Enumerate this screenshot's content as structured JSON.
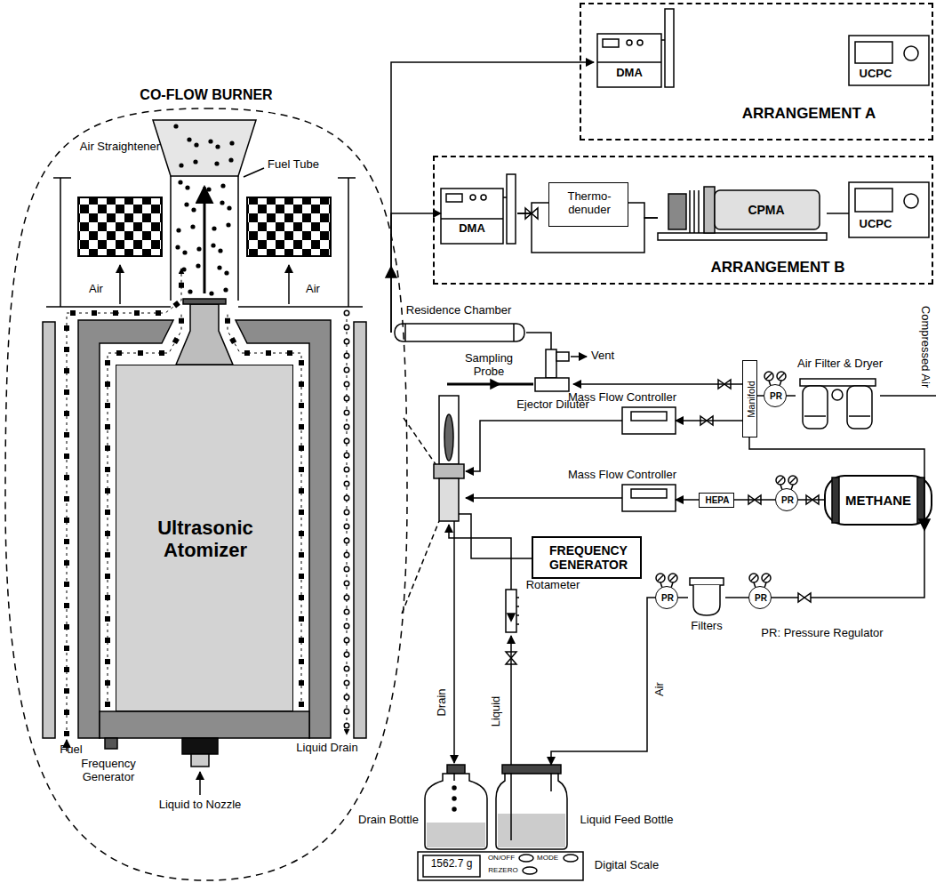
{
  "diagram": {
    "nodes": [
      {
        "text": [
          "CO-FLOW BURNER"
        ]
      },
      {
        "text": [
          "Ultrasonic Atomizer"
        ],
        "in": 0
      },
      {
        "text": [
          "ARRANGEMENT A"
        ]
      },
      {
        "text": [
          "DMA"
        ],
        "in": 2
      },
      {
        "text": [
          "UCPC"
        ],
        "in": 2
      },
      {
        "text": [
          "ARRANGEMENT B"
        ]
      },
      {
        "text": [
          "DMA"
        ],
        "in": 5
      },
      {
        "text": [
          "Thermo- denuder"
        ],
        "in": 5
      },
      {
        "text": [
          "CPMA"
        ],
        "in": 5
      },
      {
        "text": [
          "UCPC"
        ],
        "in": 5
      },
      {
        "text": [
          "Residence Chamber"
        ]
      },
      {
        "text": [
          "Ejector Diluter"
        ]
      },
      {
        "text": [
          "Air Filter & Dryer"
        ]
      },
      {
        "text": [
          "PR"
        ]
      },
      {
        "text": [
          "Manifold"
        ]
      },
      {
        "text": [
          "Mass Flow Controller"
        ]
      },
      {
        "text": [
          "Mass Flow Controller"
        ]
      },
      {
        "text": [
          "HEPA"
        ]
      },
      {
        "text": [
          "PR"
        ]
      },
      {
        "text": [
          "METHANE"
        ]
      },
      {
        "text": [
          "FREQUENCY GENERATOR"
        ]
      },
      {
        "text": [
          "Rotameter"
        ]
      },
      {
        "text": [
          "PR"
        ]
      },
      {
        "text": [
          "Filters"
        ]
      },
      {
        "text": [
          "PR"
        ]
      },
      {
        "text": [
          "Drain Bottle"
        ]
      },
      {
        "text": [
          "Liquid Feed Bottle"
        ]
      },
      {
        "text": [
          "1562.7 g",
          "ON/OFF",
          "MODE",
          "REZERO",
          "Digital Scale"
        ]
      }
    ],
    "edges": [
      {
        "from": 10,
        "to": 3,
        "arrow": "to"
      },
      {
        "from": 10,
        "to": 6,
        "arrow": "to"
      },
      {
        "from": 6,
        "to": 7,
        "arrow": "none"
      },
      {
        "from": 6,
        "to": 8,
        "arrow": "none"
      },
      {
        "from": 7,
        "to": 8,
        "arrow": "none"
      },
      {
        "from": 8,
        "to": 9,
        "arrow": "none"
      },
      {
        "from": 11,
        "to": 10,
        "arrow": "none"
      },
      {
        "from": 14,
        "to": 11,
        "arrow": "to"
      },
      {
        "from": 14,
        "to": 15,
        "arrow": "to"
      },
      {
        "from": 13,
        "to": 14,
        "arrow": "none"
      },
      {
        "from": 12,
        "to": 13,
        "arrow": "none"
      },
      {
        "from": 19,
        "to": 18,
        "arrow": "none"
      },
      {
        "from": 18,
        "to": 17,
        "arrow": "none"
      },
      {
        "from": 17,
        "to": 16,
        "arrow": "to"
      },
      {
        "from": 26,
        "to": 21,
        "arrow": "to",
        "label": "Liquid"
      },
      {
        "from": 24,
        "to": 23,
        "arrow": "none"
      },
      {
        "from": 23,
        "to": 22,
        "arrow": "none"
      },
      {
        "from": 22,
        "to": 26,
        "arrow": "to",
        "label": "Air"
      }
    ],
    "labels": [
      "Air Straightener",
      "Fuel Tube",
      "Air",
      "Air",
      "Fuel",
      "Frequency Generator",
      "Liquid to Nozzle",
      "Liquid Drain",
      "Vent",
      "Sampling Probe",
      "Compressed Air",
      "Drain",
      "PR: Pressure Regulator"
    ]
  }
}
